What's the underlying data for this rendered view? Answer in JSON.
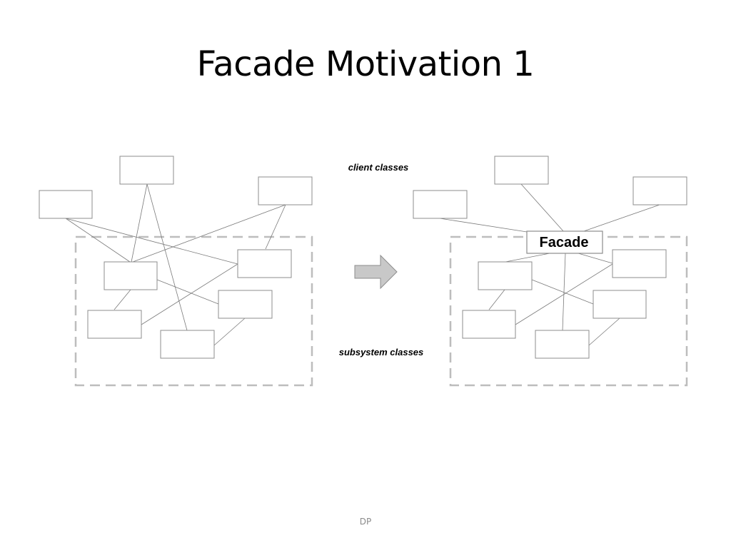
{
  "slide": {
    "title": "Facade Motivation 1",
    "footer": "DP"
  },
  "diagram": {
    "client_label": "client classes",
    "subsystem_label": "subsystem classes",
    "facade_label": "Facade",
    "arrow_color": "#c8c8c8",
    "boundary_color": "#bdbdbd"
  }
}
